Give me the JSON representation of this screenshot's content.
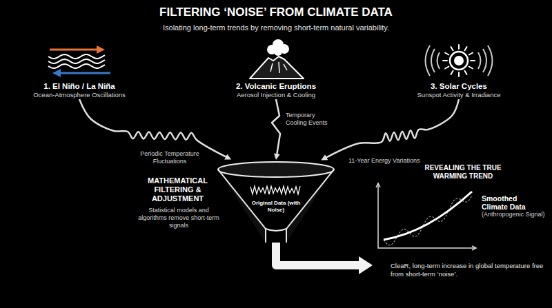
{
  "diagram": {
    "title": "FILTERING ‘NOISE’ FROM CLIMATE DATA",
    "nodes": [
      {
        "text": [
          "1. El Niño / La Niña",
          "Ocean-Atmosphere Oscillations"
        ]
      },
      {
        "text": [
          "2. Volcanic Eruptions",
          "Aerosol Injection & Cooling"
        ]
      },
      {
        "text": [
          "3. Solar Cycles",
          "Sunspot Activity & Irradiance"
        ]
      },
      {
        "text": [
          "Original Data (with Noise)"
        ]
      },
      {
        "text": [
          "REVEALING THE TRUE WARMING TREND",
          "Smoothed Climate Data",
          "(Anthropogenic Signal)"
        ]
      }
    ],
    "edges": [
      {
        "from": 0,
        "to": 3,
        "arrow": "to",
        "label": "Periodic Temperature Fluctuations"
      },
      {
        "from": 1,
        "to": 3,
        "arrow": "to",
        "label": "Temporary Cooling Events"
      },
      {
        "from": 2,
        "to": 3,
        "arrow": "to",
        "label": "11-Year Energy Variations"
      },
      {
        "from": 3,
        "to": 4,
        "arrow": "to"
      }
    ],
    "labels": [
      "Isolating long-term trends by removing short-term natural variability.",
      "MATHEMATICAL FILTERING & ADJUSTMENT",
      "Statistical models and algorithms remove short-term signals",
      "CleaR, long-term increase in global temperature free from short-term ‘noise’."
    ]
  }
}
